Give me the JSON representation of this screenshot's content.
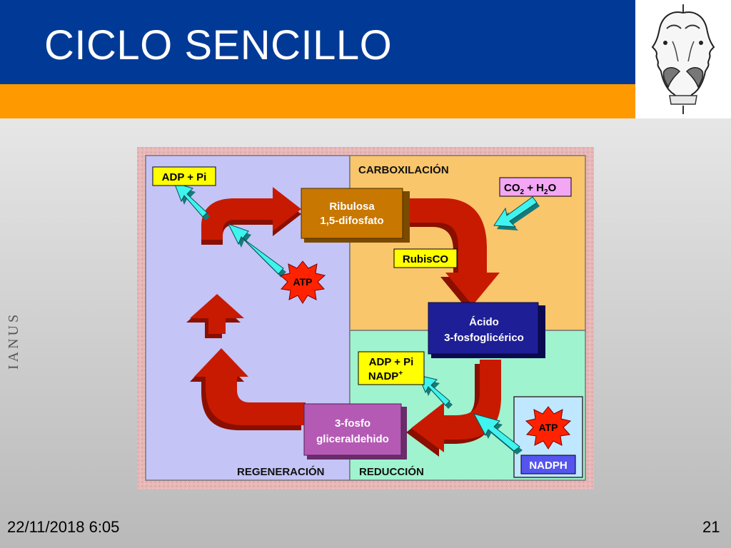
{
  "slide": {
    "title": "CICLO SENCILLO",
    "side_label": "IANUS",
    "footer_date": "22/11/2018 6:05",
    "footer_page": "21"
  },
  "colors": {
    "title_bar": "#003a96",
    "accent_bar": "#ff9900",
    "carboxylation_zone": "#f9c66b",
    "regeneration_zone": "#c4c4f6",
    "reduction_zone": "#9ff3cf",
    "arrow_red": "#c81a00",
    "arrow_cyan": "#3ff3ef"
  },
  "diagram": {
    "zones": {
      "carboxylation": "CARBOXILACIÓN",
      "regeneration": "REGENERACIÓN",
      "reduction": "REDUCCIÓN"
    },
    "boxes": {
      "ribulose": [
        "Ribulosa",
        "1,5-difosfato"
      ],
      "pga": [
        "Ácido",
        "3-fosfoglicérico"
      ],
      "g3p": [
        "3-fosfo",
        "gliceraldehido"
      ]
    },
    "labels": {
      "adp_pi_top": "ADP + Pi",
      "co2_h2o": {
        "a": "CO",
        "a_sub": "2",
        "b": " + H",
        "b_sub": "2",
        "c": "O"
      },
      "rubisco": "RubisCO",
      "adp_pi_nadp": {
        "line1": "ADP + Pi",
        "line2": "NADP",
        "sup": "+"
      },
      "atp_regeneration": "ATP",
      "atp_reduction": "ATP",
      "nadph": "NADPH"
    }
  }
}
